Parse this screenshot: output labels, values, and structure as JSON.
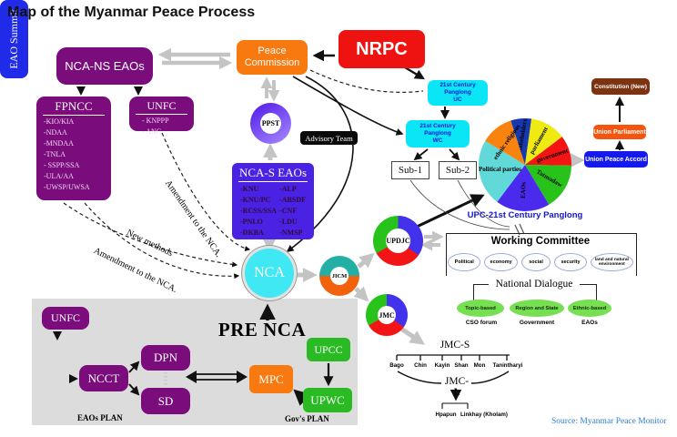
{
  "title": "Map of the Myanmar Peace Process",
  "source": "Source: Myanmar Peace Monitor",
  "palette": {
    "purple": "#7A0C7C",
    "orange": "#F8790F",
    "red": "#EE1211",
    "cyanbox": "#0BE6F6",
    "indigo": "#4A22E4",
    "green": "#2ABB24",
    "blue": "#1F2BE8",
    "brown": "#7C3410",
    "orangered": "#F4540E",
    "accordblue": "#1419F0",
    "sourceblue": "#2C7FD2"
  },
  "nodes": {
    "nca_ns_eaos": "NCA-NS EAOs",
    "peace_commission": "Peace Commission",
    "nrpc": "NRPC",
    "fpncc_title": "FPNCC",
    "fpncc_members": [
      "-KIO/KIA",
      "-NDAA",
      "-MNDAA",
      "-TNLA",
      "- SSPP/SSA",
      "-ULA/AA",
      "-UWSP/UWSA"
    ],
    "unfc_title": "UNFC",
    "unfc_members": [
      "- KNPPP",
      "- ANC"
    ],
    "ppst": "PPST",
    "advisory_team": "Advisory Team",
    "panglong_uc_line1": "21st Century Panglong",
    "panglong_uc_line2": "UC",
    "panglong_wc_line1": "21st Century Panglong",
    "panglong_wc_line2": "WC",
    "sub_1": "Sub-1",
    "sub_2": "Sub-2",
    "nca_s_title": "NCA-S EAOs",
    "nca_s_col1": [
      "-KNU",
      "-KNU/PC",
      "-RCSS/SSA",
      "-PNLO",
      "-DKBA"
    ],
    "nca_s_col2": [
      "-ALP",
      "-ABSDF",
      "-CNF",
      "-LDU",
      "-NMSP"
    ],
    "nca": "NCA",
    "jicm": "JICM",
    "updjc": "UPDJC",
    "jmc": "JMC",
    "constitution": "Constitution (New)",
    "union_parliament": "Union Parliament",
    "union_peace_accord": "Union Peace Accord",
    "working_committee_title": "Working Committee",
    "working_committee_sectors": [
      "Political",
      "economy",
      "social",
      "security",
      "land and natural environment"
    ],
    "national_dialogue_title": "National Dialogue",
    "national_dialogue_tracks": [
      "Topic-based",
      "Region and State",
      "Ethnic-based"
    ],
    "national_dialogue_actors": [
      "CSO forum",
      "Government",
      "EAOs"
    ],
    "jmc_s_title": "JMC-S",
    "jmc_s_regions": [
      "Bago",
      "Chin",
      "Kayin",
      "Shan",
      "Mon",
      "Tanintharyi"
    ],
    "jmc_l_title": "JMC-L",
    "jmc_l_locations": [
      "Hpapun",
      "Linkhay (Kholam)"
    ],
    "pre_nca": "PRE NCA",
    "unfc_gray": "UNFC",
    "eao_summit": "EAO Summit",
    "ncct": "NCCT",
    "dpn": "DPN",
    "sd": "SD",
    "mpc": "MPC",
    "upcc": "UPCC",
    "upwc": "UPWC",
    "eaos_plan": "EAOs PLAN",
    "govs_plan": "Gov's PLAN"
  },
  "edge_labels": {
    "new_methods": "New methods",
    "amendment_lower": "Amendment to the NCA.",
    "amendment_diagonal": "Amendment to the NCA."
  },
  "chart_data": {
    "type": "pie",
    "title": "UPC-21st Century Panglong",
    "start_angle": -18,
    "legend": false,
    "slices": [
      {
        "label": "stakeholders",
        "value": 26,
        "color": "#1838B0",
        "label_rotation": -80,
        "label_r": 0.62
      },
      {
        "label": "parliament",
        "value": 45,
        "color": "#EFEA12",
        "label_rotation": -60,
        "label_r": 0.6
      },
      {
        "label": "government",
        "value": 38,
        "color": "#F31414",
        "label_rotation": -18,
        "label_r": 0.62
      },
      {
        "label": "Tatmadaw",
        "value": 58,
        "color": "#27C31B",
        "label_rotation": 30,
        "label_r": 0.6
      },
      {
        "label": "EAOs",
        "value": 68,
        "color": "#4A2BEE",
        "label_rotation": -88,
        "label_r": 0.55
      },
      {
        "label": "Political parties",
        "value": 84,
        "color": "#62D9D9",
        "label_rotation": 0,
        "label_r": 0.55
      },
      {
        "label": "ethnic religious",
        "value": 41,
        "color": "#F8830F",
        "label_rotation": -55,
        "label_r": 0.62
      }
    ]
  }
}
